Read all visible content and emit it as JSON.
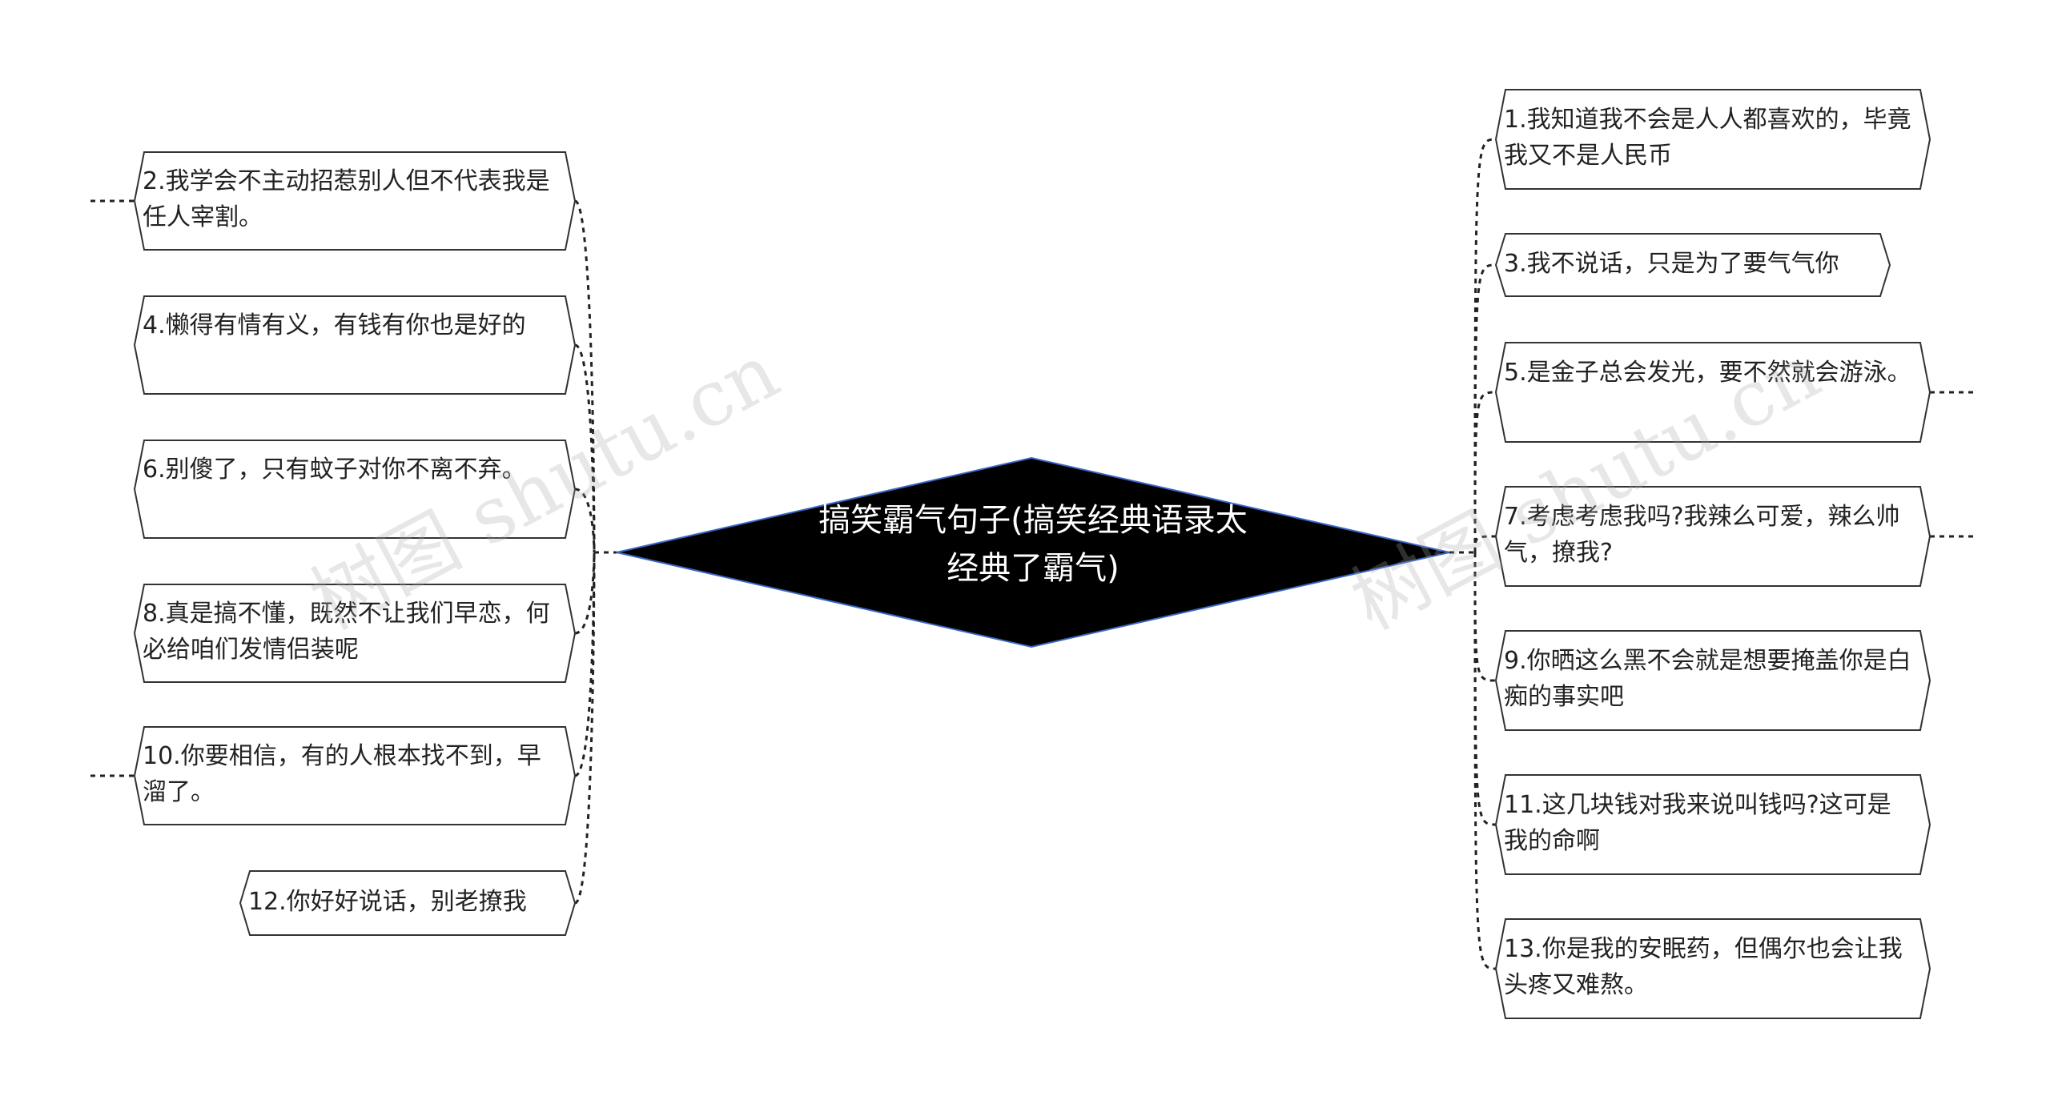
{
  "center_topic": {
    "text": "搞笑霸气句子(搞笑经典语录太经典了霸气)"
  },
  "watermark": {
    "text": "树图 shutu.cn"
  },
  "left_nodes": [
    {
      "id": "2",
      "text": "2.我学会不主动招惹别人但不代表我是任人宰割。",
      "collapsed": true
    },
    {
      "id": "4",
      "text": "4.懒得有情有义，有钱有你也是好的",
      "collapsed": false
    },
    {
      "id": "6",
      "text": "6.别傻了，只有蚊子对你不离不弃。",
      "collapsed": false
    },
    {
      "id": "8",
      "text": "8.真是搞不懂，既然不让我们早恋，何必给咱们发情侣装呢",
      "collapsed": false
    },
    {
      "id": "10",
      "text": "10.你要相信，有的人根本找不到，早溜了。",
      "collapsed": true
    },
    {
      "id": "12",
      "text": "12.你好好说话，别老撩我",
      "collapsed": false
    }
  ],
  "right_nodes": [
    {
      "id": "1",
      "text": "1.我知道我不会是人人都喜欢的，毕竟我又不是人民币",
      "collapsed": false
    },
    {
      "id": "3",
      "text": "3.我不说话，只是为了要气气你",
      "collapsed": false
    },
    {
      "id": "5",
      "text": "5.是金子总会发光，要不然就会游泳。",
      "collapsed": true
    },
    {
      "id": "7",
      "text": "7.考虑考虑我吗?我辣么可爱，辣么帅气，撩我?",
      "collapsed": true
    },
    {
      "id": "9",
      "text": "9.你晒这么黑不会就是想要掩盖你是白痴的事实吧",
      "collapsed": false
    },
    {
      "id": "11",
      "text": "11.这几块钱对我来说叫钱吗?这可是我的命啊",
      "collapsed": false
    },
    {
      "id": "13",
      "text": "13.你是我的安眠药，但偶尔也会让我头疼又难熬。",
      "collapsed": false
    }
  ],
  "colors": {
    "center_fill": "#000000",
    "center_stroke": "#3a66c4",
    "node_stroke": "#333333",
    "connector": "#222222",
    "text": "#222222"
  }
}
